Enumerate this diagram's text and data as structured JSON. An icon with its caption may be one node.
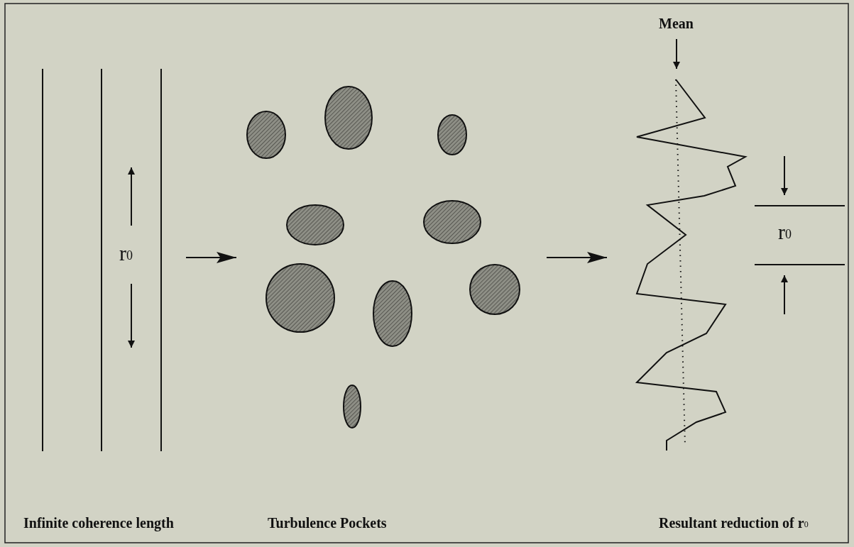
{
  "diagram": {
    "nodes": [
      {
        "text": [
          "Infinite coherence length"
        ]
      },
      {
        "text": [
          "Turbulence Pockets"
        ]
      },
      {
        "text": [
          "Resultant reduction of r$_{0}$"
        ]
      }
    ],
    "edges": [
      {
        "from": 0,
        "to": 1,
        "arrow": "to"
      },
      {
        "from": 1,
        "to": 2,
        "arrow": "to"
      }
    ],
    "labels": [
      "r$_{0}$",
      "Mean",
      "r$_{0}$"
    ]
  }
}
